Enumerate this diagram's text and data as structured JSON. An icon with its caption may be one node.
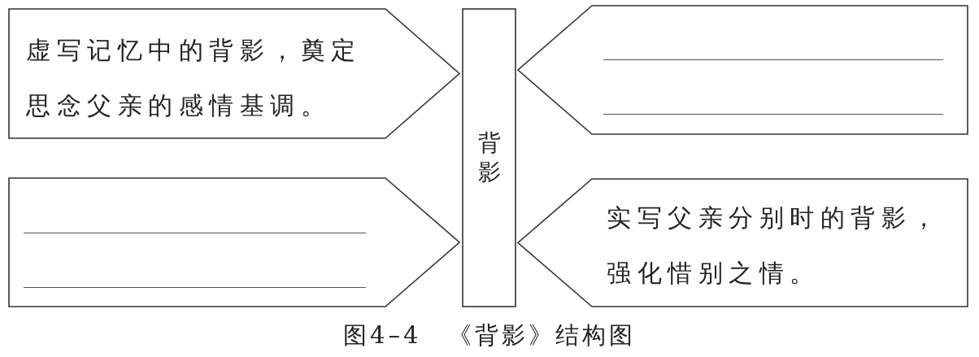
{
  "diagram": {
    "nodes": [
      {
        "text": [
          "虚写记忆中的背影，奠定思念父亲的感情基调。"
        ]
      },
      {
        "text": [
          "背影"
        ]
      },
      {
        "text": [],
        "shape": "pentagon"
      },
      {
        "text": [],
        "shape": "pentagon"
      },
      {
        "text": [
          "实写父亲分别时的背影，强化惜别之情。"
        ]
      }
    ],
    "caption": "图4–4　《背影》结构图"
  }
}
